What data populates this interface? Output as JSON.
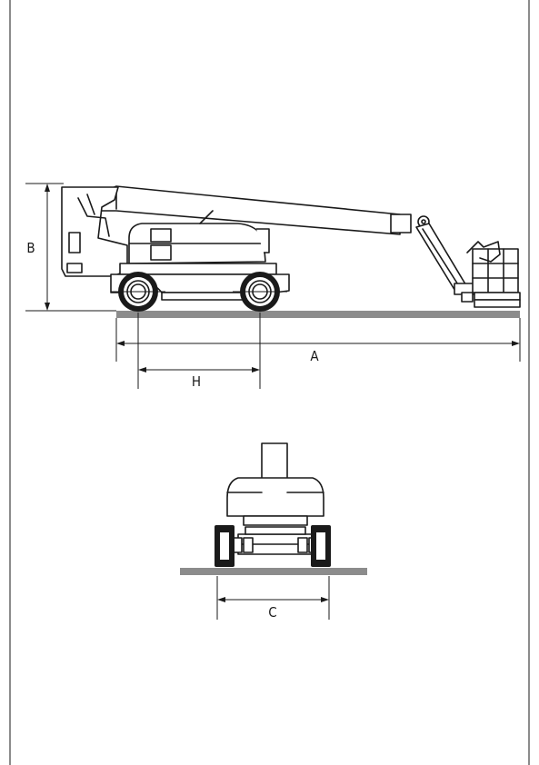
{
  "colors": {
    "line": "#1a1a1a",
    "ground": "#8c8c8c",
    "background": "#ffffff"
  },
  "dimensions": {
    "length": "A",
    "height": "B",
    "width": "C",
    "wheelbase": "H"
  }
}
